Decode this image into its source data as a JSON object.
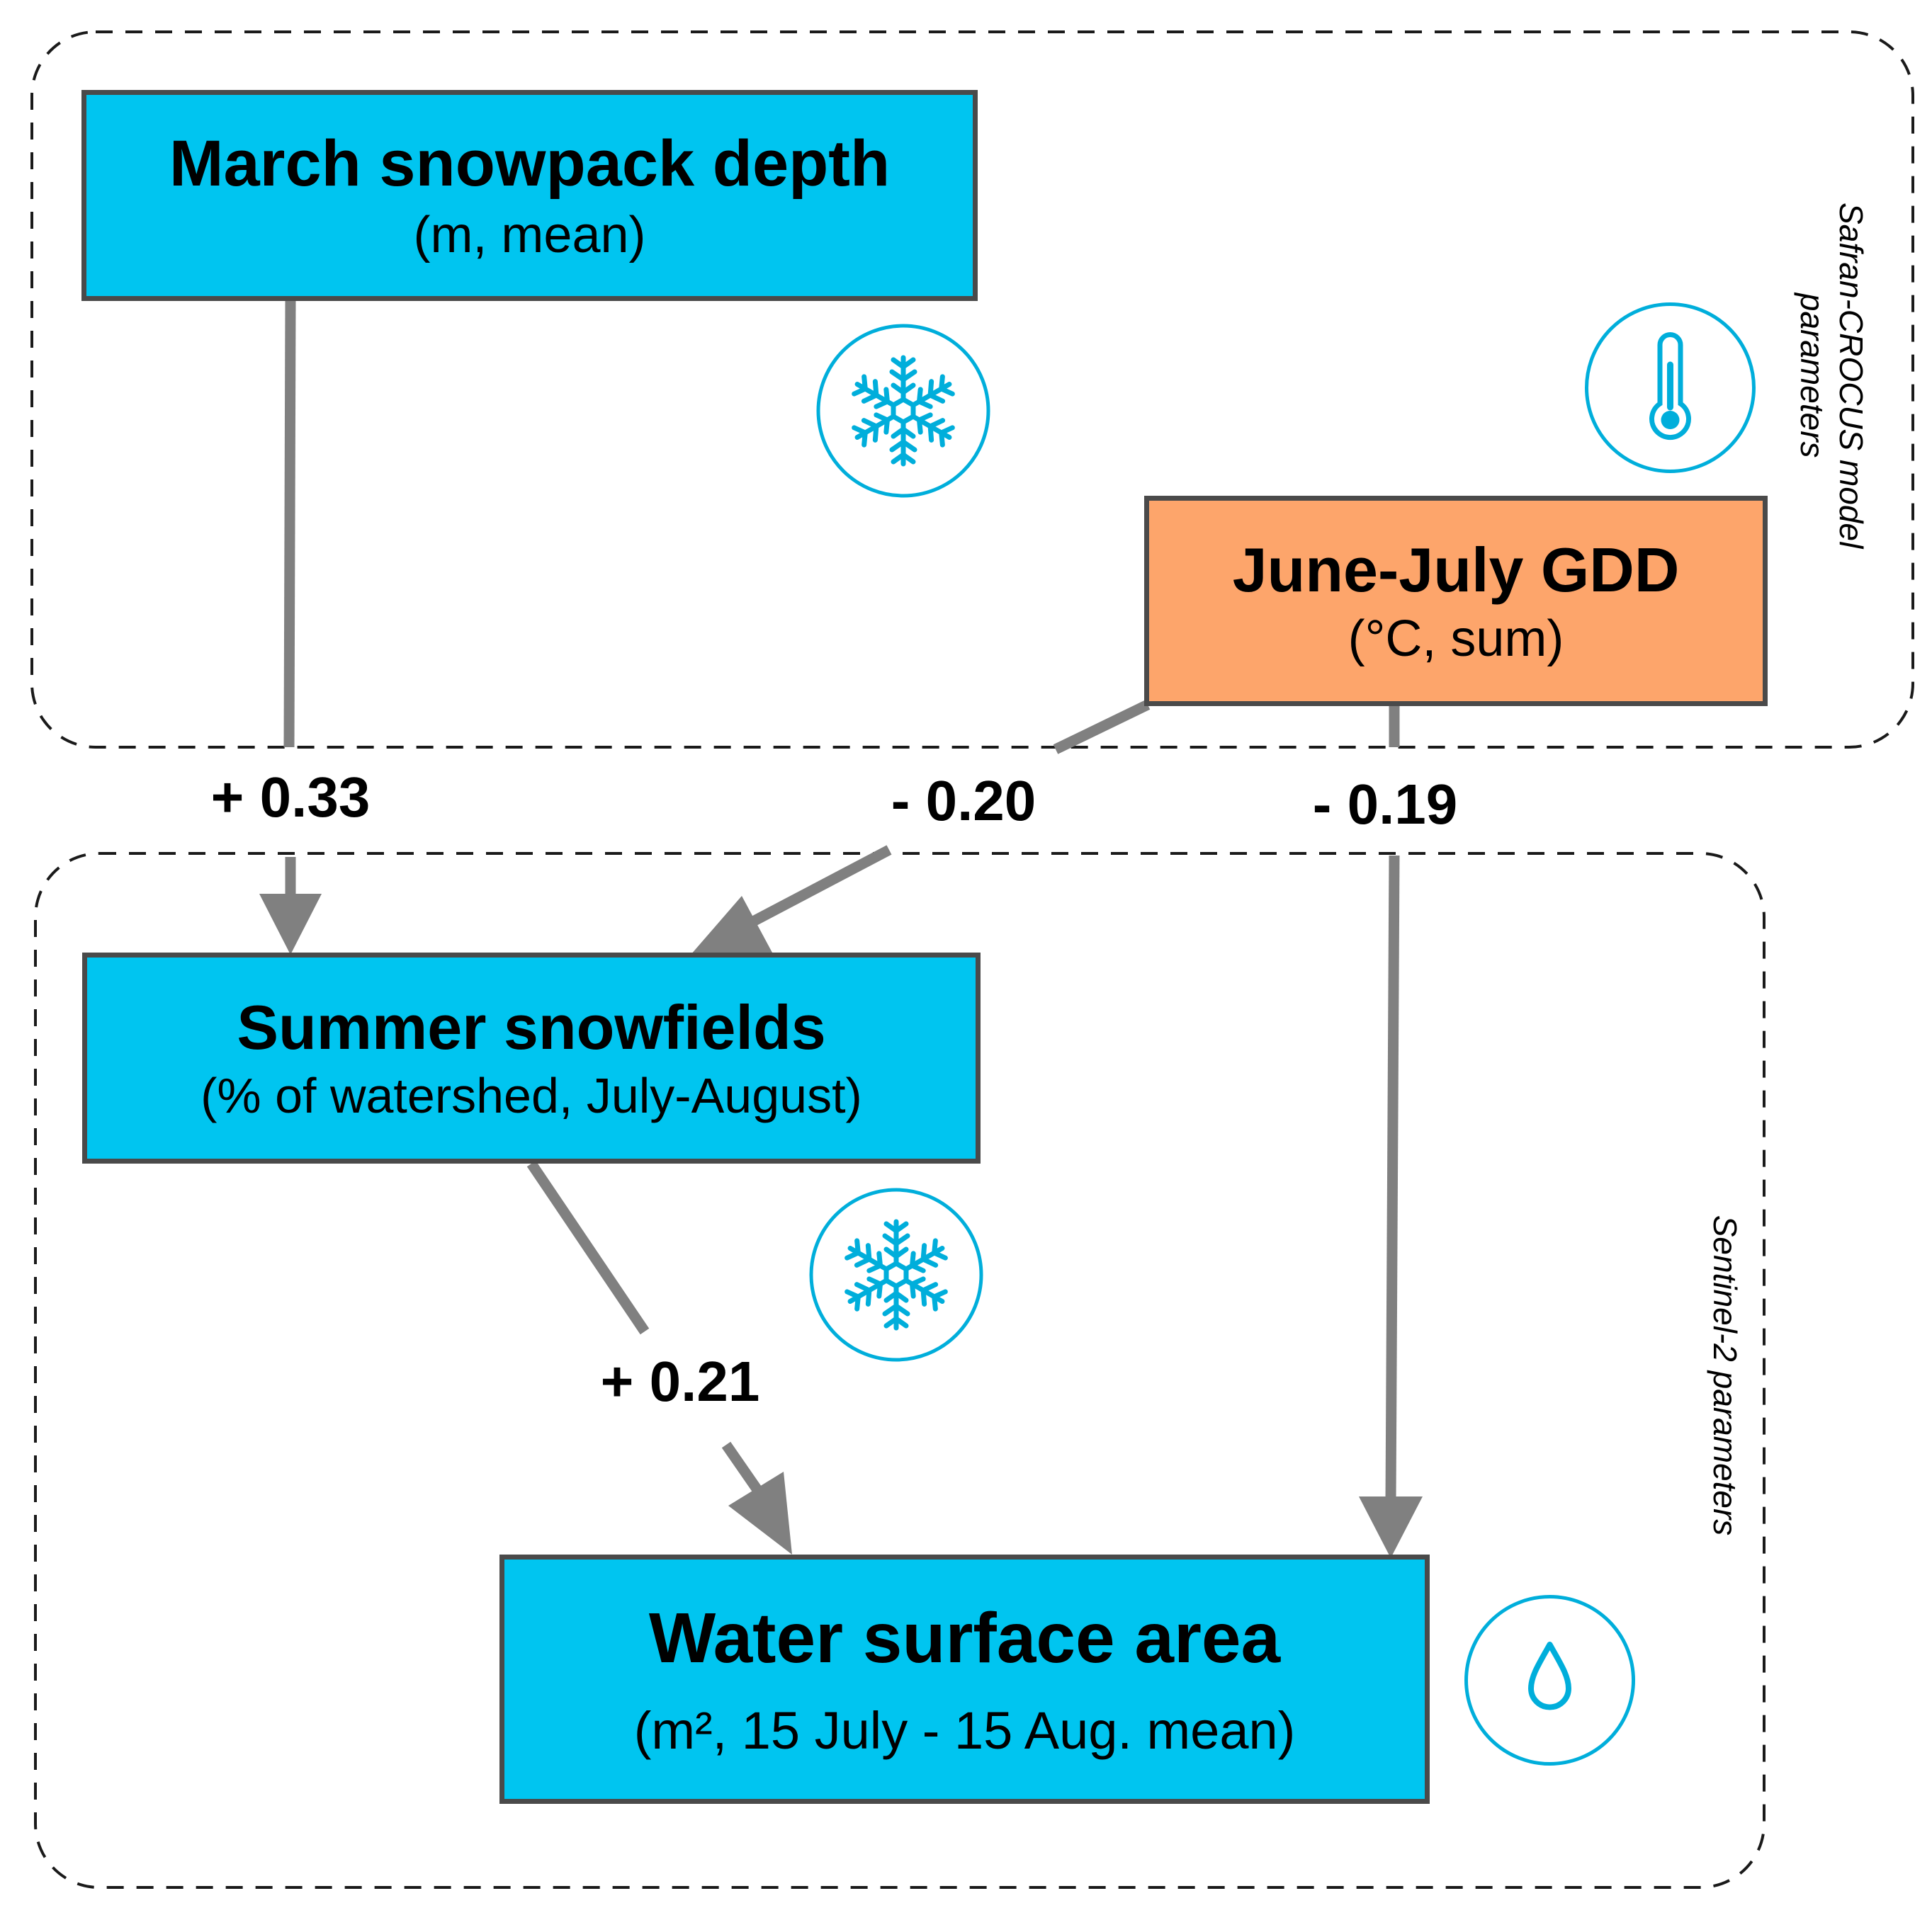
{
  "colors": {
    "blue_box": "#00c5f0",
    "orange_box": "#fda56b",
    "arrow": "#808080",
    "icon": "#00aedb"
  },
  "groups": {
    "model_label": "Safran-CROCUS model parameters",
    "sentinel_label": "Sentinel-2 parameters"
  },
  "nodes": {
    "snowpack": {
      "title": "March snowpack depth",
      "sub": "(m, mean)"
    },
    "gdd": {
      "title": "June-July GDD",
      "sub": "(°C, sum)"
    },
    "snowfields": {
      "title": "Summer snowfields",
      "sub": "(% of watershed, July-August)"
    },
    "water": {
      "title": "Water surface area",
      "sub": "(m², 15 July - 15 Aug. mean)"
    }
  },
  "edges": {
    "snowpack_to_snowfields": "+ 0.33",
    "gdd_to_snowfields": "- 0.20",
    "gdd_to_water": "- 0.19",
    "snowfields_to_water": "+ 0.21"
  },
  "icons": [
    "snowflake-icon",
    "thermometer-icon",
    "snowflake-icon",
    "water-drop-icon"
  ]
}
